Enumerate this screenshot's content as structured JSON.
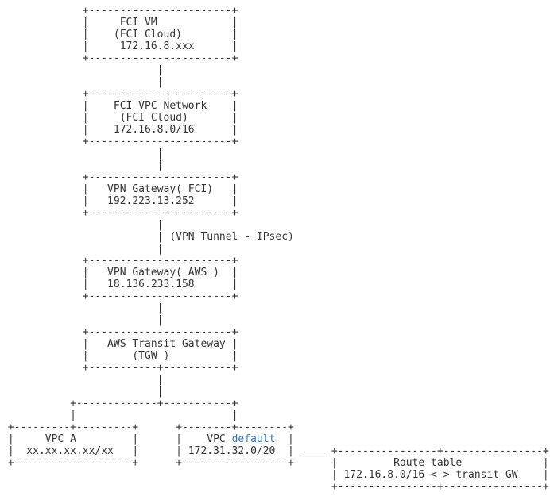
{
  "colors": {
    "background": "#ffffff",
    "text": "#333333",
    "keyword": "#3b78b3"
  },
  "diagram": {
    "kind": "ascii-network-topology",
    "nodes": [
      {
        "name": "FCI VM",
        "detail": "(FCI Cloud)",
        "address": "172.16.8.xxx"
      },
      {
        "name": "FCI VPC Network",
        "detail": "(FCI Cloud)",
        "address": "172.16.8.0/16"
      },
      {
        "name": "VPN Gateway( FCI)",
        "address": "192.223.13.252"
      },
      {
        "name": "VPN Gateway( AWS )",
        "address": "18.136.233.158"
      },
      {
        "name": "AWS Transit Gateway",
        "detail": "(TGW )"
      },
      {
        "name": "VPC A",
        "address": "xx.xx.xx.xx/xx"
      },
      {
        "name": "VPC default",
        "address": "172.31.32.0/20"
      },
      {
        "name": "Route table",
        "detail": "172.16.8.0/16 <-> transit GW"
      }
    ],
    "connection_labels": [
      "(VPN Tunnel - IPsec)"
    ],
    "highlighted_word": "default",
    "lines": [
      [
        {
          "t": "             +-----------------------+"
        }
      ],
      [
        {
          "t": "             |     FCI VM            |"
        }
      ],
      [
        {
          "t": "             |    (FCI Cloud)        |"
        }
      ],
      [
        {
          "t": "             |     172.16.8.xxx      |"
        }
      ],
      [
        {
          "t": "             +-----------------------+"
        }
      ],
      [
        {
          "t": "                         |"
        }
      ],
      [
        {
          "t": "                         |"
        }
      ],
      [
        {
          "t": "             +-----------------------+"
        }
      ],
      [
        {
          "t": "             |    FCI VPC Network    |"
        }
      ],
      [
        {
          "t": "             |     (FCI Cloud)       |"
        }
      ],
      [
        {
          "t": "             |    172.16.8.0/16      |"
        }
      ],
      [
        {
          "t": "             +-----------------------+"
        }
      ],
      [
        {
          "t": "                         |"
        }
      ],
      [
        {
          "t": "                         |"
        }
      ],
      [
        {
          "t": "             +-----------------------+"
        }
      ],
      [
        {
          "t": "             |   VPN Gateway( FCI)   |"
        }
      ],
      [
        {
          "t": "             |   192.223.13.252      |"
        }
      ],
      [
        {
          "t": "             +-----------------------+"
        }
      ],
      [
        {
          "t": "                         |"
        }
      ],
      [
        {
          "t": "                         | (VPN Tunnel - IPsec)"
        }
      ],
      [
        {
          "t": "                         |"
        }
      ],
      [
        {
          "t": "             +-----------------------+"
        }
      ],
      [
        {
          "t": "             |   VPN Gateway( AWS )  |"
        }
      ],
      [
        {
          "t": "             |   18.136.233.158      |"
        }
      ],
      [
        {
          "t": "             +-----------------------+"
        }
      ],
      [
        {
          "t": "                         |"
        }
      ],
      [
        {
          "t": "                         |"
        }
      ],
      [
        {
          "t": "             +-----------------------+"
        }
      ],
      [
        {
          "t": "             |   AWS Transit Gateway |"
        }
      ],
      [
        {
          "t": "             |       (TGW )          |"
        }
      ],
      [
        {
          "t": "             +-----------+-----------+"
        }
      ],
      [
        {
          "t": "                         |"
        }
      ],
      [
        {
          "t": "                         |"
        }
      ],
      [
        {
          "t": "           +-------------+-----------+"
        }
      ],
      [
        {
          "t": "           |                         |"
        }
      ],
      [
        {
          "t": " +---------+---------+      +--------+--------+"
        }
      ],
      [
        {
          "t": " |     VPC A         |      |    VPC "
        },
        {
          "t": "default",
          "c": "keyword"
        },
        {
          "t": "  |"
        }
      ],
      [
        {
          "t": " |  xx.xx.xx.xx/xx   |      | 172.31.32.0/20  | ____ +----------------+----------------+"
        }
      ],
      [
        {
          "t": " +-------------------+      +-----------------+      |         Route table             |"
        }
      ],
      [
        {
          "t": "                                                     | 172.16.8.0/16 <-> transit GW    |"
        }
      ],
      [
        {
          "t": "                                                     +----------------+----------------+"
        }
      ]
    ]
  }
}
